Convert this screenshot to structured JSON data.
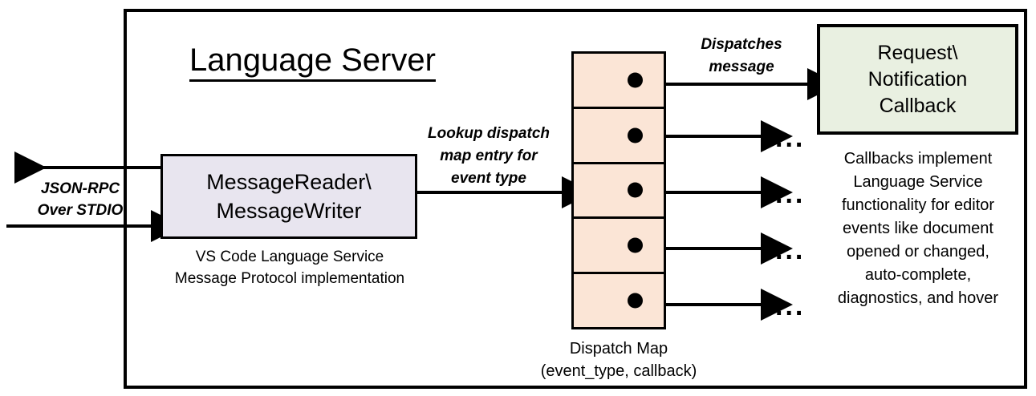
{
  "diagram": {
    "container_label": "Language Server",
    "left_channel": {
      "label_lines": [
        "JSON-RPC",
        "Over STDIO"
      ],
      "outbound_arrow": "arrow-left-out",
      "inbound_arrow": "arrow-right-in"
    },
    "reader_box": {
      "line1": "MessageReader\\",
      "line2": "MessageWriter",
      "caption_lines": [
        "VS Code Language Service",
        "Message Protocol implementation"
      ],
      "fill": "#e8e5ef"
    },
    "lookup_edge": {
      "label_lines": [
        "Lookup dispatch",
        "map entry for",
        "event type"
      ]
    },
    "dispatch_map": {
      "fill": "#fbe5d6",
      "row_count": 5,
      "rows": [
        {
          "index": 1,
          "marker": "callback-dot"
        },
        {
          "index": 2,
          "marker": "callback-dot"
        },
        {
          "index": 3,
          "marker": "callback-dot"
        },
        {
          "index": 4,
          "marker": "callback-dot"
        },
        {
          "index": 5,
          "marker": "callback-dot"
        }
      ],
      "caption_lines": [
        "Dispatch Map",
        "(event_type, callback)"
      ]
    },
    "dispatch_edge": {
      "label_lines": [
        "Dispatches",
        "message"
      ]
    },
    "callback_box": {
      "line1": "Request\\",
      "line2": "Notification",
      "line3": "Callback",
      "fill": "#e9f0e1",
      "caption_lines": [
        "Callbacks implement",
        "Language Service",
        "functionality for editor",
        "events like document",
        "opened or changed,",
        "auto-complete,",
        "diagnostics, and hover"
      ]
    },
    "ellipses": [
      "...",
      "...",
      "...",
      "..."
    ],
    "stroke_color": "#000000",
    "background": "#ffffff"
  }
}
